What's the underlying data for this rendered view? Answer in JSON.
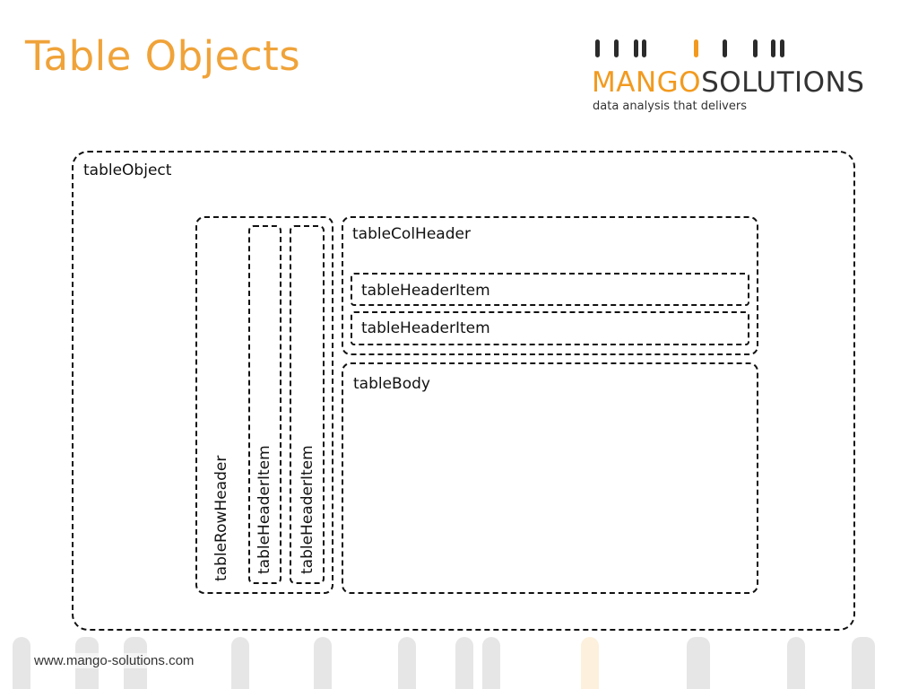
{
  "slide": {
    "title": "Table Objects",
    "footer_url": "www.mango-solutions.com"
  },
  "logo": {
    "word_mango": "MANGO",
    "word_solutions": "SOLUTIONS",
    "tagline": "data analysis that delivers",
    "accent_color": "#f29a1f"
  },
  "diagram": {
    "table_object": "tableObject",
    "row_header": "tableRowHeader",
    "row_header_items": [
      "tableHeaderItem",
      "tableHeaderItem"
    ],
    "col_header": "tableColHeader",
    "col_header_items": [
      "tableHeaderItem",
      "tableHeaderItem"
    ],
    "table_body": "tableBody"
  },
  "colors": {
    "title": "#f0a339",
    "border": "#111111"
  }
}
